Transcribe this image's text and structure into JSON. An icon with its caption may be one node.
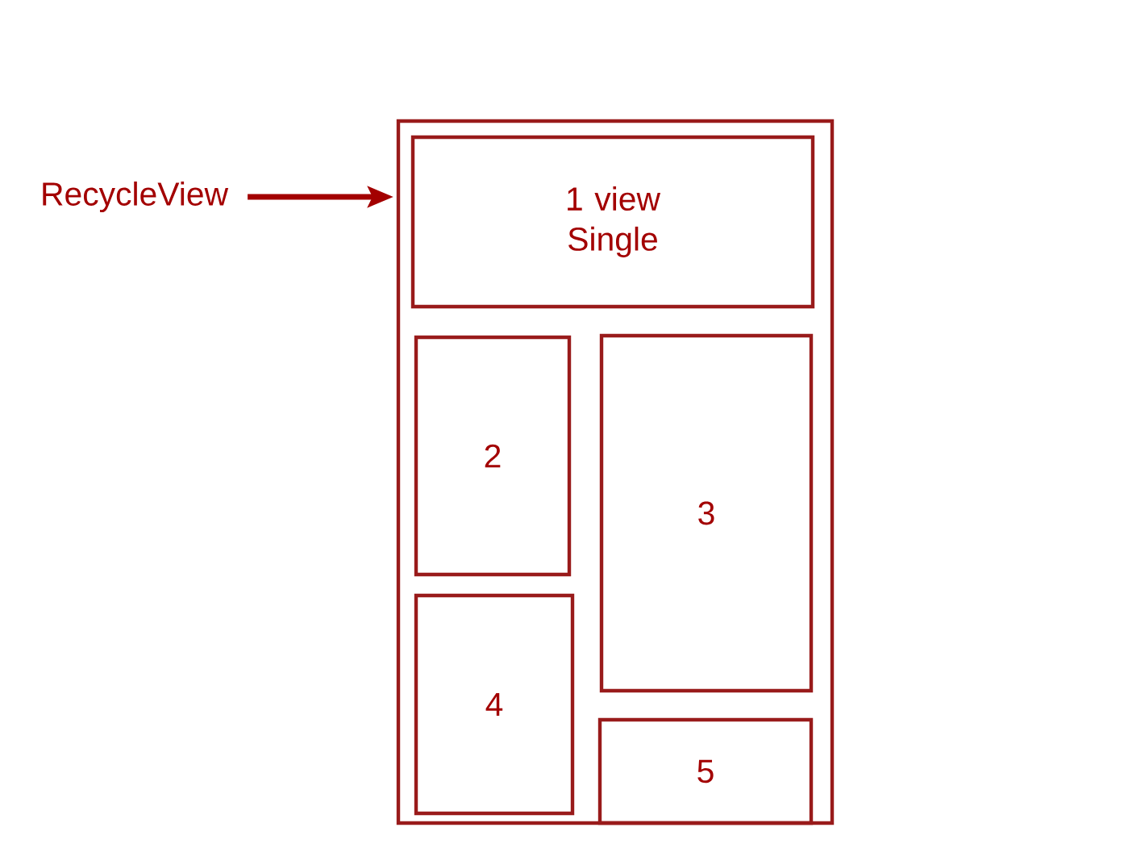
{
  "diagram": {
    "nodes": [
      {
        "text": [
          "RecycleView"
        ]
      },
      {
        "text": [],
        "shape": "box"
      },
      {
        "text": [
          "1 view Single"
        ],
        "in": 1
      },
      {
        "text": [
          "2"
        ],
        "in": 1
      },
      {
        "text": [
          "3"
        ],
        "in": 1
      },
      {
        "text": [
          "4"
        ],
        "in": 1
      },
      {
        "text": [
          "5"
        ],
        "in": 1
      }
    ],
    "edges": [
      {
        "from": 0,
        "to": 1,
        "arrow": "to"
      }
    ]
  }
}
